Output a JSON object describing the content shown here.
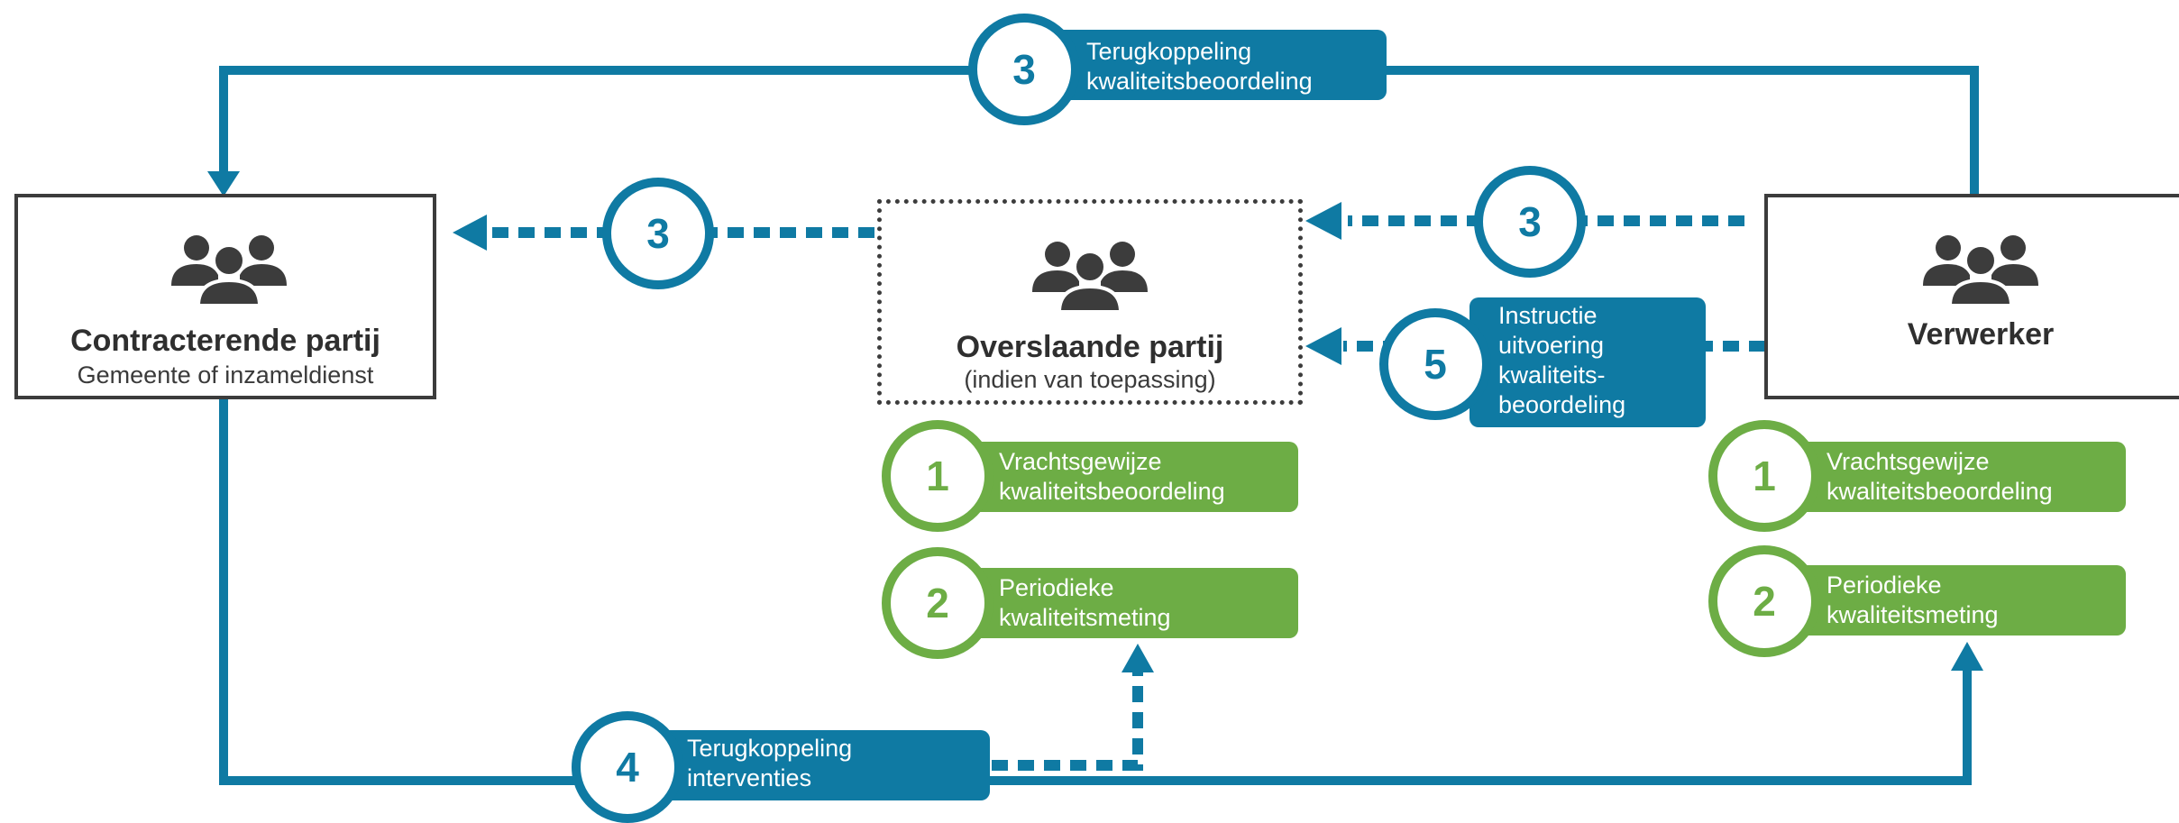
{
  "parties": {
    "contracterende": {
      "title": "Contracterende partij",
      "subtitle": "Gemeente of inzameldienst",
      "icon": "people-group-icon"
    },
    "overslaande": {
      "title": "Overslaande partij",
      "subtitle": "(indien van toepassing)",
      "icon": "people-group-icon"
    },
    "verwerker": {
      "title": "Verwerker",
      "icon": "people-group-icon"
    }
  },
  "steps": {
    "top_feedback": {
      "number": "3",
      "line1": "Terugkoppeling",
      "line2": "kwaliteitsbeoordeling"
    },
    "mid_left_feedback": {
      "number": "3"
    },
    "mid_right_feedback": {
      "number": "3"
    },
    "instructie": {
      "number": "5",
      "line1": "Instructie",
      "line2": "uitvoering",
      "line3": "kwaliteits-",
      "line4": "beoordeling"
    },
    "interventies": {
      "number": "4",
      "line1": "Terugkoppeling",
      "line2": "interventies"
    },
    "overslag_vracht": {
      "number": "1",
      "line1": "Vrachtsgewijze",
      "line2": "kwaliteitsbeoordeling"
    },
    "overslag_periodiek": {
      "number": "2",
      "line1": "Periodieke",
      "line2": "kwaliteitsmeting"
    },
    "verwerker_vracht": {
      "number": "1",
      "line1": "Vrachtsgewijze",
      "line2": "kwaliteitsbeoordeling"
    },
    "verwerker_periodiek": {
      "number": "2",
      "line1": "Periodieke",
      "line2": "kwaliteitsmeting"
    }
  },
  "colors": {
    "blue": "#0f7aa3",
    "green": "#6dad45",
    "dark": "#3c3c3c"
  }
}
